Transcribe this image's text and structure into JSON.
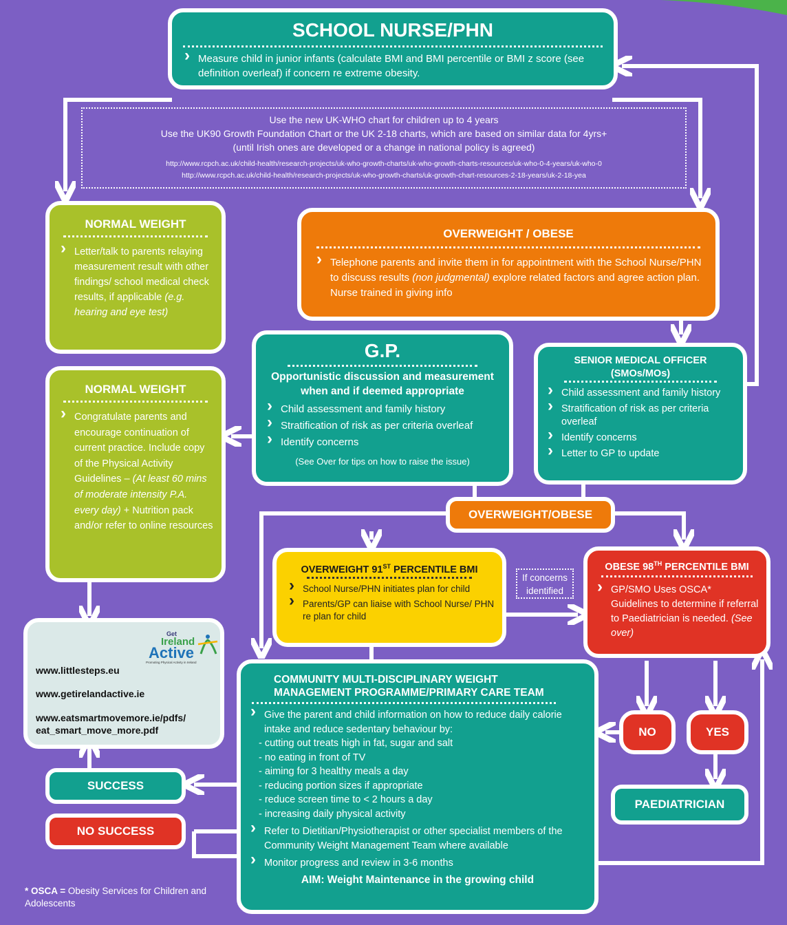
{
  "school_nurse": {
    "title": "SCHOOL NURSE/PHN",
    "text": "Measure child in junior infants (calculate BMI and BMI percentile or BMI z score (see definition overleaf) if concern re extreme obesity."
  },
  "charts_note": {
    "line1": "Use the new UK-WHO chart for children up to 4 years",
    "line2": "Use the UK90 Growth Foundation Chart or the  UK 2-18 charts, which  are based on similar data for 4yrs+",
    "line3": "(until Irish ones are developed or a change in national policy is agreed)",
    "url1": "http://www.rcpch.ac.uk/child-health/research-projects/uk-who-growth-charts/uk-who-growth-charts-resources/uk-who-0-4-years/uk-who-0",
    "url2": "http://www.rcpch.ac.uk/child-health/research-projects/uk-who-growth-charts/uk-growth-chart-resources-2-18-years/uk-2-18-yea"
  },
  "normal_weight_1": {
    "title": "NORMAL WEIGHT",
    "text": "Letter/talk to parents relaying measurement result with other findings/ school medical check results, if applicable",
    "italic": "(e.g. hearing and eye test)"
  },
  "overweight_obese_top": {
    "title": "OVERWEIGHT / OBESE",
    "text_a": "Telephone parents and invite them in for appointment with the School Nurse/PHN to discuss results",
    "italic": "(non judgmental)",
    "text_b": "explore related factors and agree action plan. Nurse trained in giving info"
  },
  "gp": {
    "title": "G.P.",
    "subtitle": "Opportunistic discussion and measurement when and if deemed appropriate",
    "items": [
      "Child assessment and family history",
      "Stratification of risk as per criteria overleaf",
      "Identify concerns"
    ],
    "footer": "(See Over for tips on how to raise the issue)"
  },
  "smo": {
    "title": "SENIOR MEDICAL OFFICER",
    "subtitle": "(SMOs/MOs)",
    "items": [
      "Child assessment and family history",
      "Stratification of risk as per criteria overleaf",
      "Identify concerns",
      "Letter to GP to update"
    ]
  },
  "normal_weight_2": {
    "title": "NORMAL WEIGHT",
    "text_a": "Congratulate parents and encourage continuation of current practice. Include copy of the Physical Activity Guidelines –",
    "italic": "(At least 60 mins of moderate intensity P.A. every day)",
    "text_b": "+ Nutrition pack and/or refer to online resources"
  },
  "overweight_obese_mid": {
    "label": "OVERWEIGHT/OBESE"
  },
  "overweight_91": {
    "title_a": "OVERWEIGHT 91",
    "title_sup": "ST",
    "title_b": " PERCENTILE BMI",
    "items": [
      "School Nurse/PHN initiates plan for child",
      "Parents/GP can liaise with School Nurse/ PHN re plan for child"
    ]
  },
  "if_concerns": {
    "line1": "If concerns",
    "line2": "identified"
  },
  "obese_98": {
    "title_a": "OBESE 98",
    "title_sup": "TH",
    "title_b": " PERCENTILE BMI",
    "text": "GP/SMO Uses OSCA* Guidelines to determine if referral to Paediatrician is needed.",
    "italic": "(See over)"
  },
  "resources": {
    "links": [
      "www.littlesteps.eu",
      "www.getirelandactive.ie",
      "www.eatsmartmovemore.ie/pdfs/ eat_smart_move_more.pdf"
    ],
    "logo_get": "Get",
    "logo_ireland": "Ireland",
    "logo_active": "Active",
    "logo_tagline": "Promoting Physical Activity in Ireland"
  },
  "community": {
    "title": "COMMUNITY MULTI-DISCIPLINARY WEIGHT MANAGEMENT PROGRAMME/PRIMARY CARE TEAM",
    "intro": "Give the parent and child information on how to reduce daily calorie intake and reduce sedentary behaviour by:",
    "subitems": [
      "- cutting out treats high in fat, sugar and salt",
      "- no eating in front of TV",
      "- aiming for 3 healthy meals a day",
      "- reducing portion sizes if appropriate",
      " - reduce screen time to < 2 hours a day",
      "- increasing daily physical activity"
    ],
    "refer": "Refer to Dietitian/Physiotherapist or other specialist members of the Community Weight Management Team where available",
    "monitor": "Monitor progress and review in 3-6 months",
    "aim": "AIM: Weight Maintenance in the growing child"
  },
  "success": {
    "label": "SUCCESS"
  },
  "no_success": {
    "label": "NO SUCCESS"
  },
  "no": {
    "label": "NO"
  },
  "yes": {
    "label": "YES"
  },
  "paediatrician": {
    "label": "PAEDIATRICIAN"
  },
  "footnote": {
    "bold": "* OSCA =",
    "text": " Obesity Services for Children and Adolescents"
  },
  "colors": {
    "background": "#7c5fc4",
    "teal": "#12a08f",
    "lime": "#a9c12a",
    "orange": "#ee7a0a",
    "red": "#e03325",
    "yellow": "#fbd100",
    "pale": "#dbe9e8"
  }
}
